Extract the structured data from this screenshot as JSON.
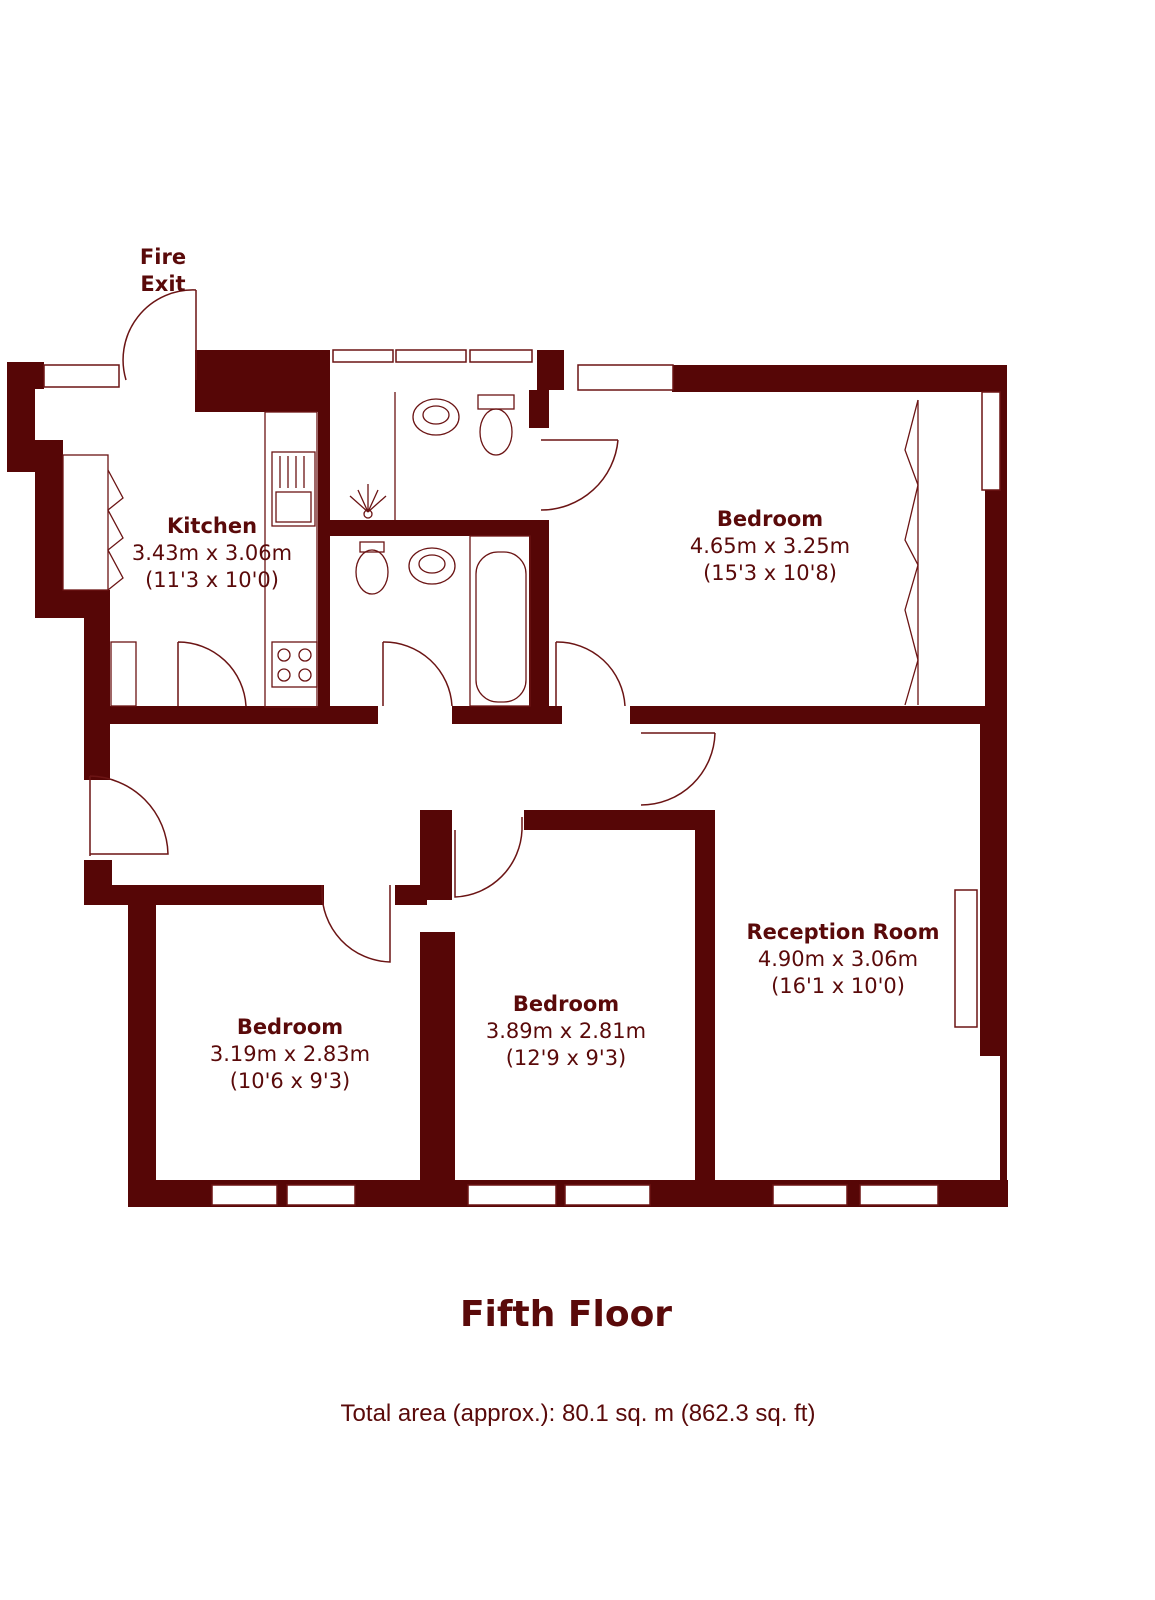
{
  "colors": {
    "wall": "#560606",
    "line": "#6b1414",
    "text": "#5a0a0a",
    "background": "#ffffff"
  },
  "labels": {
    "fire_exit_1": "Fire",
    "fire_exit_2": "Exit"
  },
  "rooms": {
    "kitchen": {
      "name": "Kitchen",
      "metric": "3.43m x 3.06m",
      "imperial": "(11'3 x 10'0)"
    },
    "bedroom_top": {
      "name": "Bedroom",
      "metric": "4.65m x 3.25m",
      "imperial": "(15'3 x 10'8)"
    },
    "reception": {
      "name": "Reception Room",
      "metric": "4.90m x 3.06m",
      "imperial": "(16'1 x 10'0)"
    },
    "bedroom_left": {
      "name": "Bedroom",
      "metric": "3.19m x 2.83m",
      "imperial": "(10'6 x 9'3)"
    },
    "bedroom_mid": {
      "name": "Bedroom",
      "metric": "3.89m x 2.81m",
      "imperial": "(12'9 x 9'3)"
    }
  },
  "footer": {
    "floor_title": "Fifth Floor",
    "total_area": "Total area (approx.): 80.1 sq. m (862.3 sq. ft)"
  }
}
